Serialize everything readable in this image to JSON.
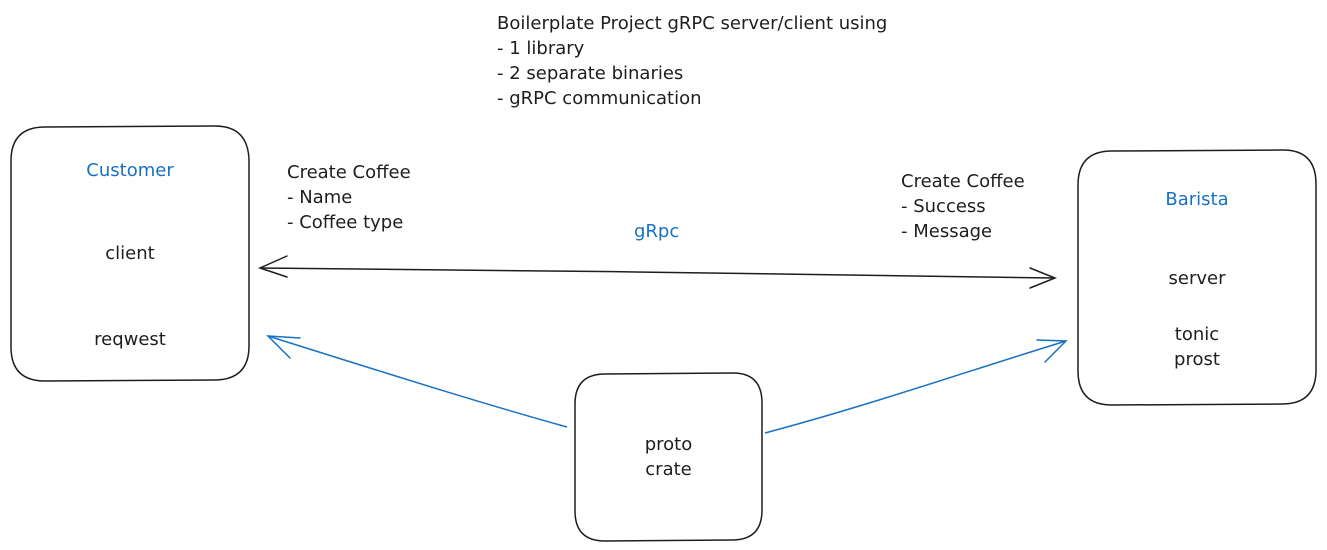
{
  "header": {
    "title": "Boilerplate Project gRPC server/client using",
    "bullets": [
      "- 1 library",
      "- 2 separate binaries",
      "- gRPC communication"
    ]
  },
  "customer": {
    "title": "Customer",
    "role": "client",
    "library": "reqwest"
  },
  "barista": {
    "title": "Barista",
    "role": "server",
    "libraries": [
      "tonic",
      "prost"
    ]
  },
  "proto": {
    "lines": [
      "proto",
      "crate"
    ]
  },
  "request_note": {
    "title": "Create Coffee",
    "fields": [
      "- Name",
      "- Coffee type"
    ]
  },
  "response_note": {
    "title": "Create Coffee",
    "fields": [
      "- Success",
      "- Message"
    ]
  },
  "connection": {
    "label": "gRpc"
  },
  "colors": {
    "stroke": "#1e1e1e",
    "accent": "#1971c2",
    "background": "#ffffff"
  }
}
